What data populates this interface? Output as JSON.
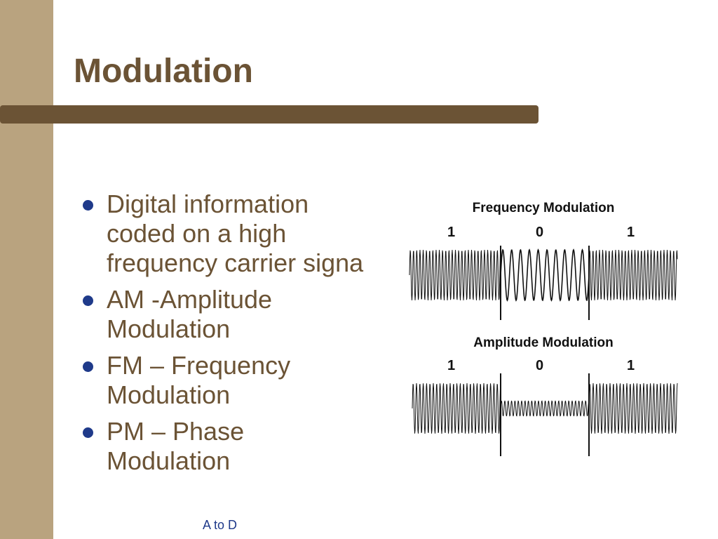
{
  "slide": {
    "title": "Modulation",
    "footer": "A to D"
  },
  "bullets": [
    {
      "lines": [
        "Digital information",
        "coded on a high",
        "frequency carrier signa"
      ]
    },
    {
      "lines": [
        "AM -Amplitude",
        "Modulation"
      ]
    },
    {
      "lines": [
        "FM – Frequency",
        "Modulation"
      ]
    },
    {
      "lines": [
        "PM – Phase",
        "Modulation"
      ]
    }
  ],
  "figure": {
    "fm": {
      "title": "Frequency Modulation",
      "bits": [
        "1",
        "0",
        "1"
      ]
    },
    "am": {
      "title": "Amplitude Modulation",
      "bits": [
        "1",
        "0",
        "1"
      ]
    }
  },
  "colors": {
    "band": "#b9a37f",
    "brown": "#6b5335",
    "bullet": "#1f3a8a",
    "footer": "#1f3a8a"
  }
}
